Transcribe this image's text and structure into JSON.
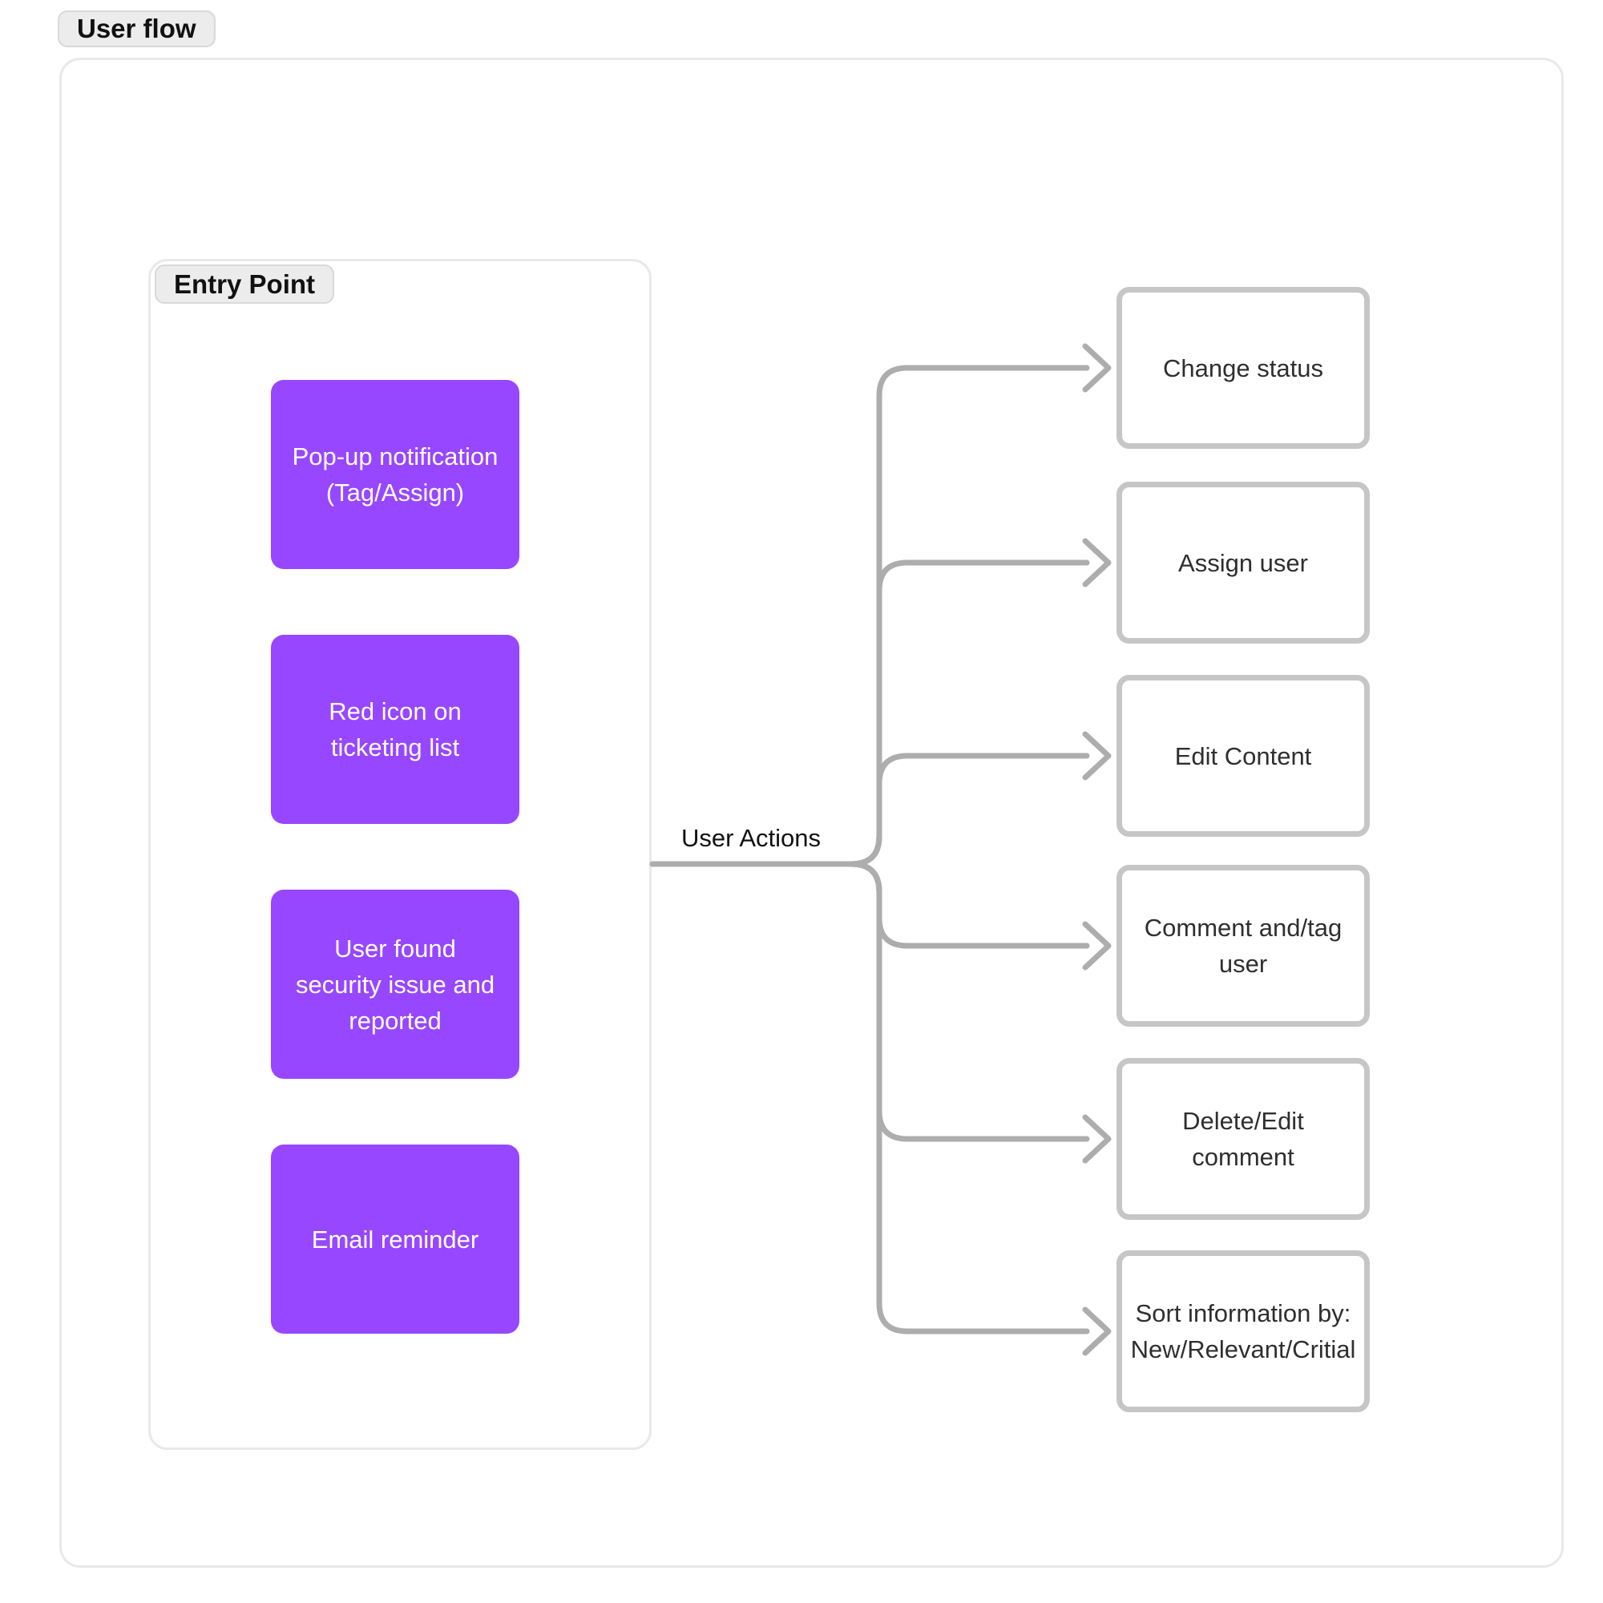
{
  "page": {
    "title_badge": "User flow"
  },
  "entry": {
    "title_badge": "Entry Point",
    "nodes": [
      {
        "label": "Pop-up notification (Tag/Assign)"
      },
      {
        "label": "Red icon on ticketing list"
      },
      {
        "label": "User found security issue and reported"
      },
      {
        "label": "Email reminder"
      }
    ]
  },
  "junction": {
    "label": "User Actions"
  },
  "actions": {
    "nodes": [
      {
        "label": "Change status"
      },
      {
        "label": "Assign user"
      },
      {
        "label": "Edit Content"
      },
      {
        "label": "Comment and/tag user"
      },
      {
        "label": "Delete/Edit comment"
      },
      {
        "label": "Sort information by: New/Relevant/Critial"
      }
    ]
  },
  "colors": {
    "entry_node_fill": "#9747ff",
    "connector": "#adadad",
    "action_border": "#c6c6c6",
    "section_border": "#e9e9e9",
    "badge_fill": "#ececec"
  }
}
